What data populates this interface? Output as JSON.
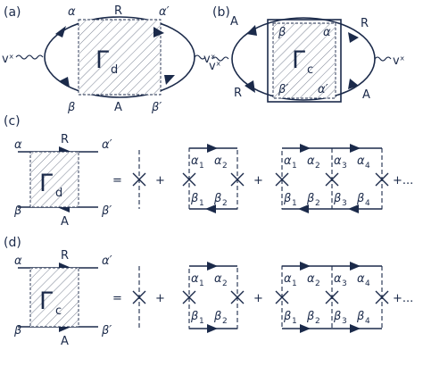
{
  "panels": {
    "a": "(a)",
    "b": "(b)",
    "c": "(c)",
    "d": "(d)"
  },
  "diagram_a": {
    "gamma": "Γ",
    "gamma_sub": "d",
    "top_left": "α",
    "top_mid": "R",
    "top_right": "α′",
    "bottom_left": "β",
    "bottom_mid": "A",
    "bottom_right": "β′",
    "vertex_left": "vˣ",
    "vertex_right": "vˣ"
  },
  "diagram_b": {
    "gamma": "Γ",
    "gamma_sub": "c",
    "inner_tl": "β",
    "inner_tr": "α",
    "inner_bl": "β′",
    "inner_br": "α′",
    "outer_tl": "A",
    "outer_tr": "R",
    "outer_bl": "R",
    "outer_br": "A",
    "vertex_left": "vˣ",
    "vertex_right": "vˣ"
  },
  "equation_c": {
    "gamma": "Γ",
    "gamma_sub": "d",
    "top_left": "α",
    "top_mid": "R",
    "top_right": "α′",
    "bottom_left": "β",
    "bottom_mid": "A",
    "bottom_right": "β′",
    "equals": "=",
    "plus": "+",
    "ellipsis": "+...",
    "alphas": [
      "α",
      "α",
      "α",
      "α",
      "α",
      "α"
    ],
    "alpha_subs": [
      "1",
      "2",
      "1",
      "2",
      "3",
      "4"
    ],
    "betas": [
      "β",
      "β",
      "β",
      "β",
      "β",
      "β"
    ],
    "beta_subs": [
      "1",
      "2",
      "1",
      "2",
      "3",
      "4"
    ]
  },
  "equation_d": {
    "gamma": "Γ",
    "gamma_sub": "c",
    "top_left": "α",
    "top_mid": "R",
    "top_right": "α′",
    "bottom_left": "β",
    "bottom_mid": "A",
    "bottom_right": "β′",
    "equals": "=",
    "plus": "+",
    "ellipsis": "+...",
    "alphas": [
      "α",
      "α",
      "α",
      "α",
      "α",
      "α"
    ],
    "alpha_subs": [
      "1",
      "2",
      "1",
      "2",
      "3",
      "4"
    ],
    "betas": [
      "β",
      "β",
      "β",
      "β",
      "β",
      "β"
    ],
    "beta_subs": [
      "1",
      "2",
      "1",
      "2",
      "3",
      "4"
    ]
  }
}
